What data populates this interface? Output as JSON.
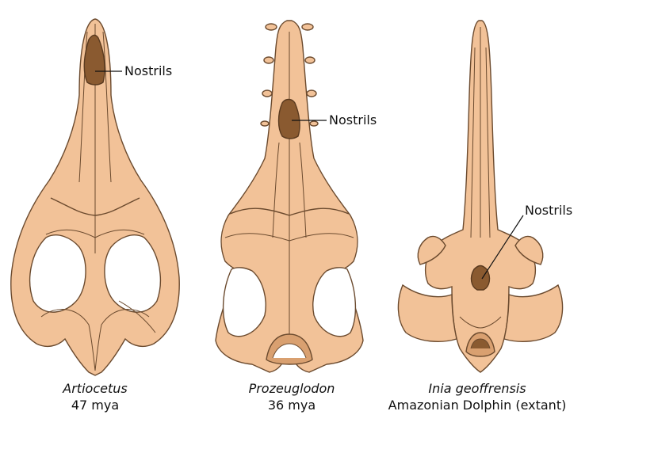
{
  "colors": {
    "bone": "#F2C298",
    "bone_shadow": "#D9A070",
    "nostril": "#8A5A30",
    "outline": "#6B4A2E",
    "leader_line": "#111111"
  },
  "skulls": [
    {
      "id": "artiocetus",
      "label": "Nostrils",
      "scientific_name": "Artiocetus",
      "age": "47 mya"
    },
    {
      "id": "prozeuglodon",
      "label": "Nostrils",
      "scientific_name": "Prozeuglodon",
      "age": "36 mya"
    },
    {
      "id": "inia",
      "label": "Nostrils",
      "scientific_name": "Inia geoffrensis",
      "age": "Amazonian Dolphin (extant)"
    }
  ]
}
